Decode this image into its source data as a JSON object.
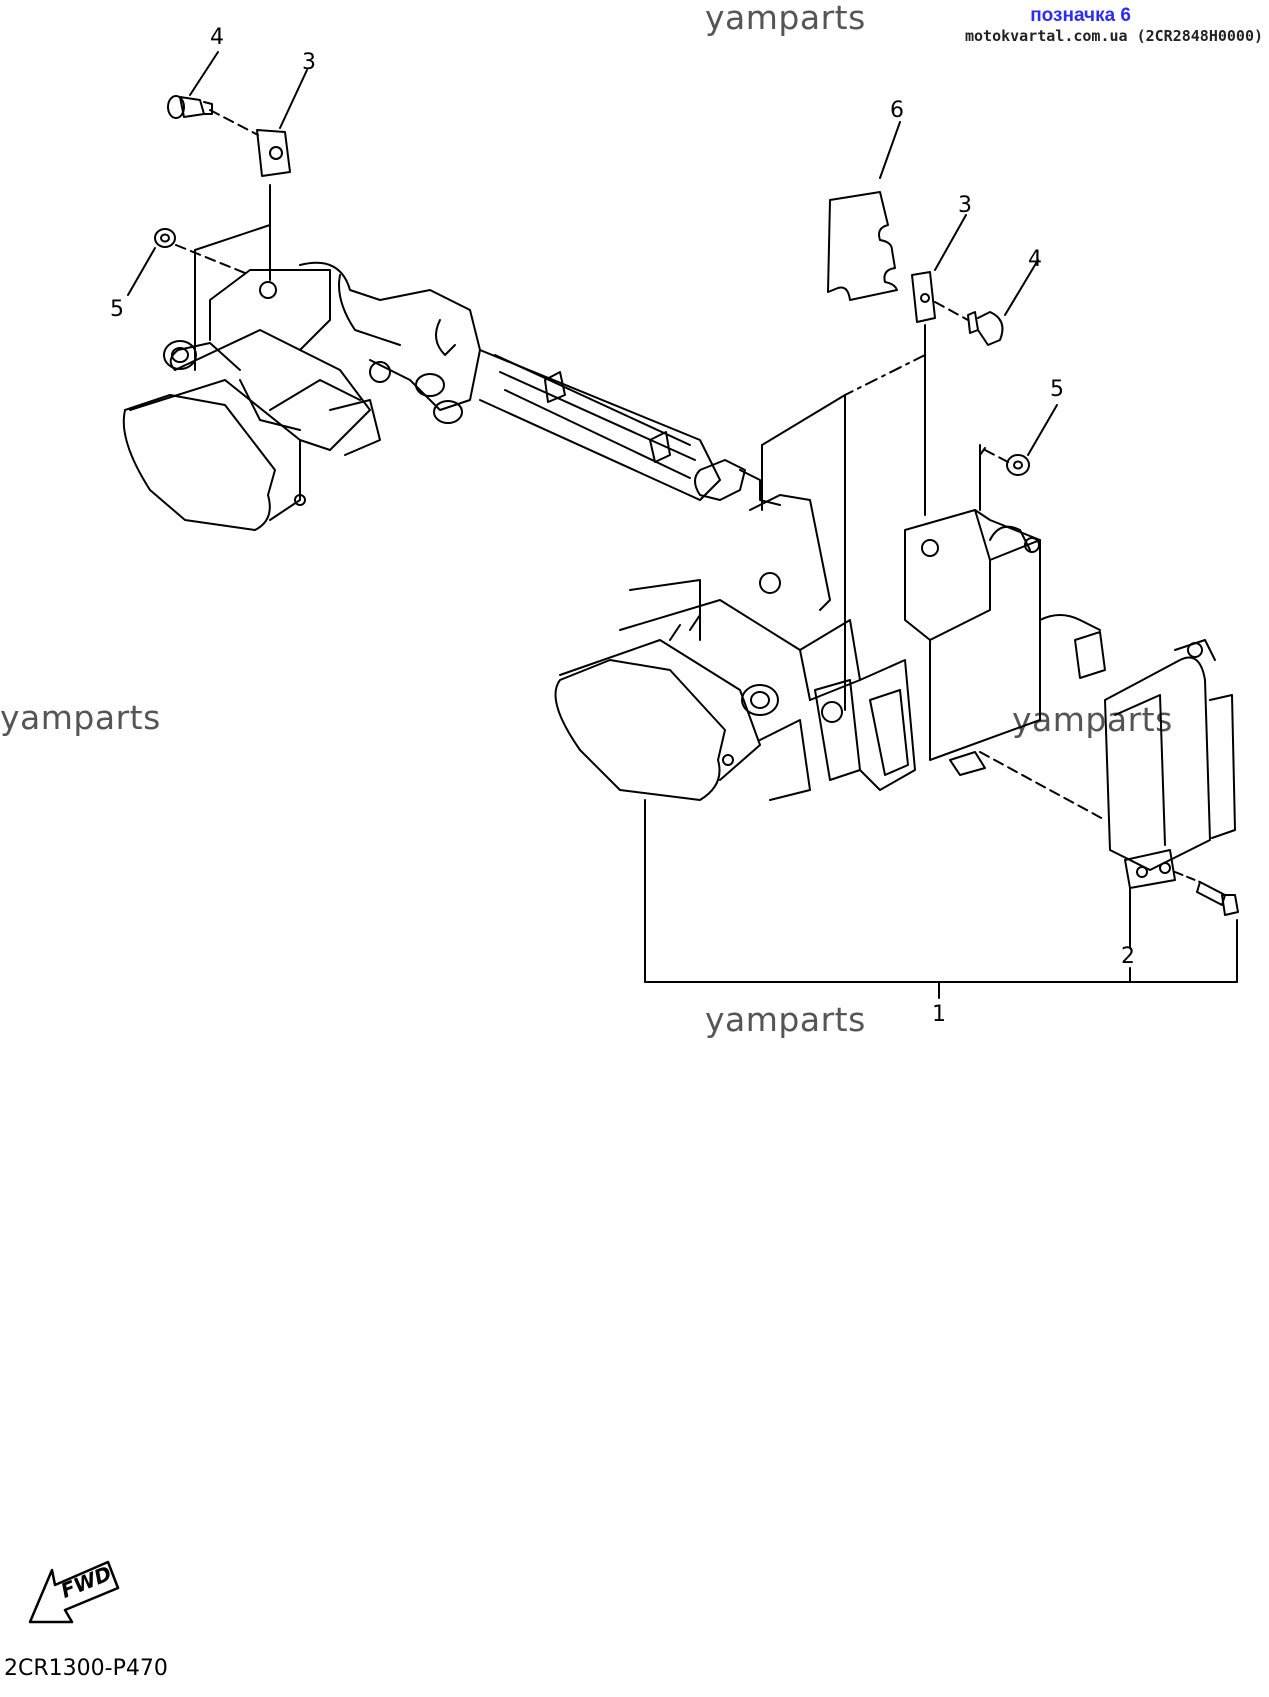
{
  "header": {
    "label": "позначка 6",
    "source": "motokvartal.com.ua (2CR2848H0000)"
  },
  "watermarks": [
    "yamparts",
    "yamparts",
    "yamparts",
    "yamparts"
  ],
  "part_numbers": {
    "n1": "1",
    "n2": "2",
    "n3a": "3",
    "n3b": "3",
    "n4a": "4",
    "n4b": "4",
    "n5a": "5",
    "n5b": "5",
    "n6": "6"
  },
  "fwd_label": "FWD",
  "diagram_code": "2CR1300-P470"
}
